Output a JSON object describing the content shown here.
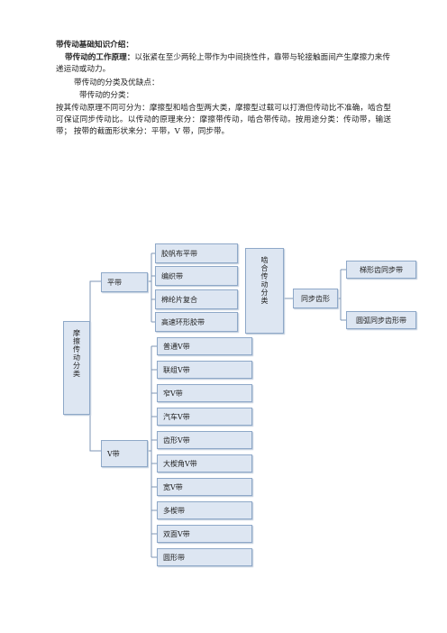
{
  "doc": {
    "title": "带传动基础知识介绍：",
    "principle_label": "带传动的工作原理：",
    "principle_text": "以张紧在至少两轮上带作为中间挠性件，靠带与轮接触面间产生摩擦力来传递运动或动力。",
    "types_heading": "带传动的分类及优缺点：",
    "classification_heading": "带传动的分类：",
    "classification_text": "按其传动原理不同可分为：摩擦型和啮合型两大类，摩擦型过载可以打滑但传动比不准确，啮合型可保证同步传动比。以传动的原理来分：摩擦带传动，啮合带传动。按用途分类：传动带，输送带； 按带的截面形状来分：平带，V 带，同步带。"
  },
  "diagram": {
    "root": "摩擦传动分类",
    "flat_belt": {
      "label": "平带",
      "items": [
        "胶帆布平带",
        "编织带",
        "棉纶片复合",
        "高速环形胶带"
      ]
    },
    "v_belt": {
      "label": "V带",
      "items": [
        "普通V带",
        "联组V带",
        "窄V带",
        "汽车V带",
        "齿形V带",
        "大楔角V带",
        "宽V带",
        "多楔带",
        "双面V带",
        "圆形带"
      ]
    },
    "mesh": {
      "root": "啮合传动分类",
      "sync": "同步齿形",
      "items": [
        "梯形齿同步带",
        "圆弧同步齿形带"
      ]
    }
  }
}
